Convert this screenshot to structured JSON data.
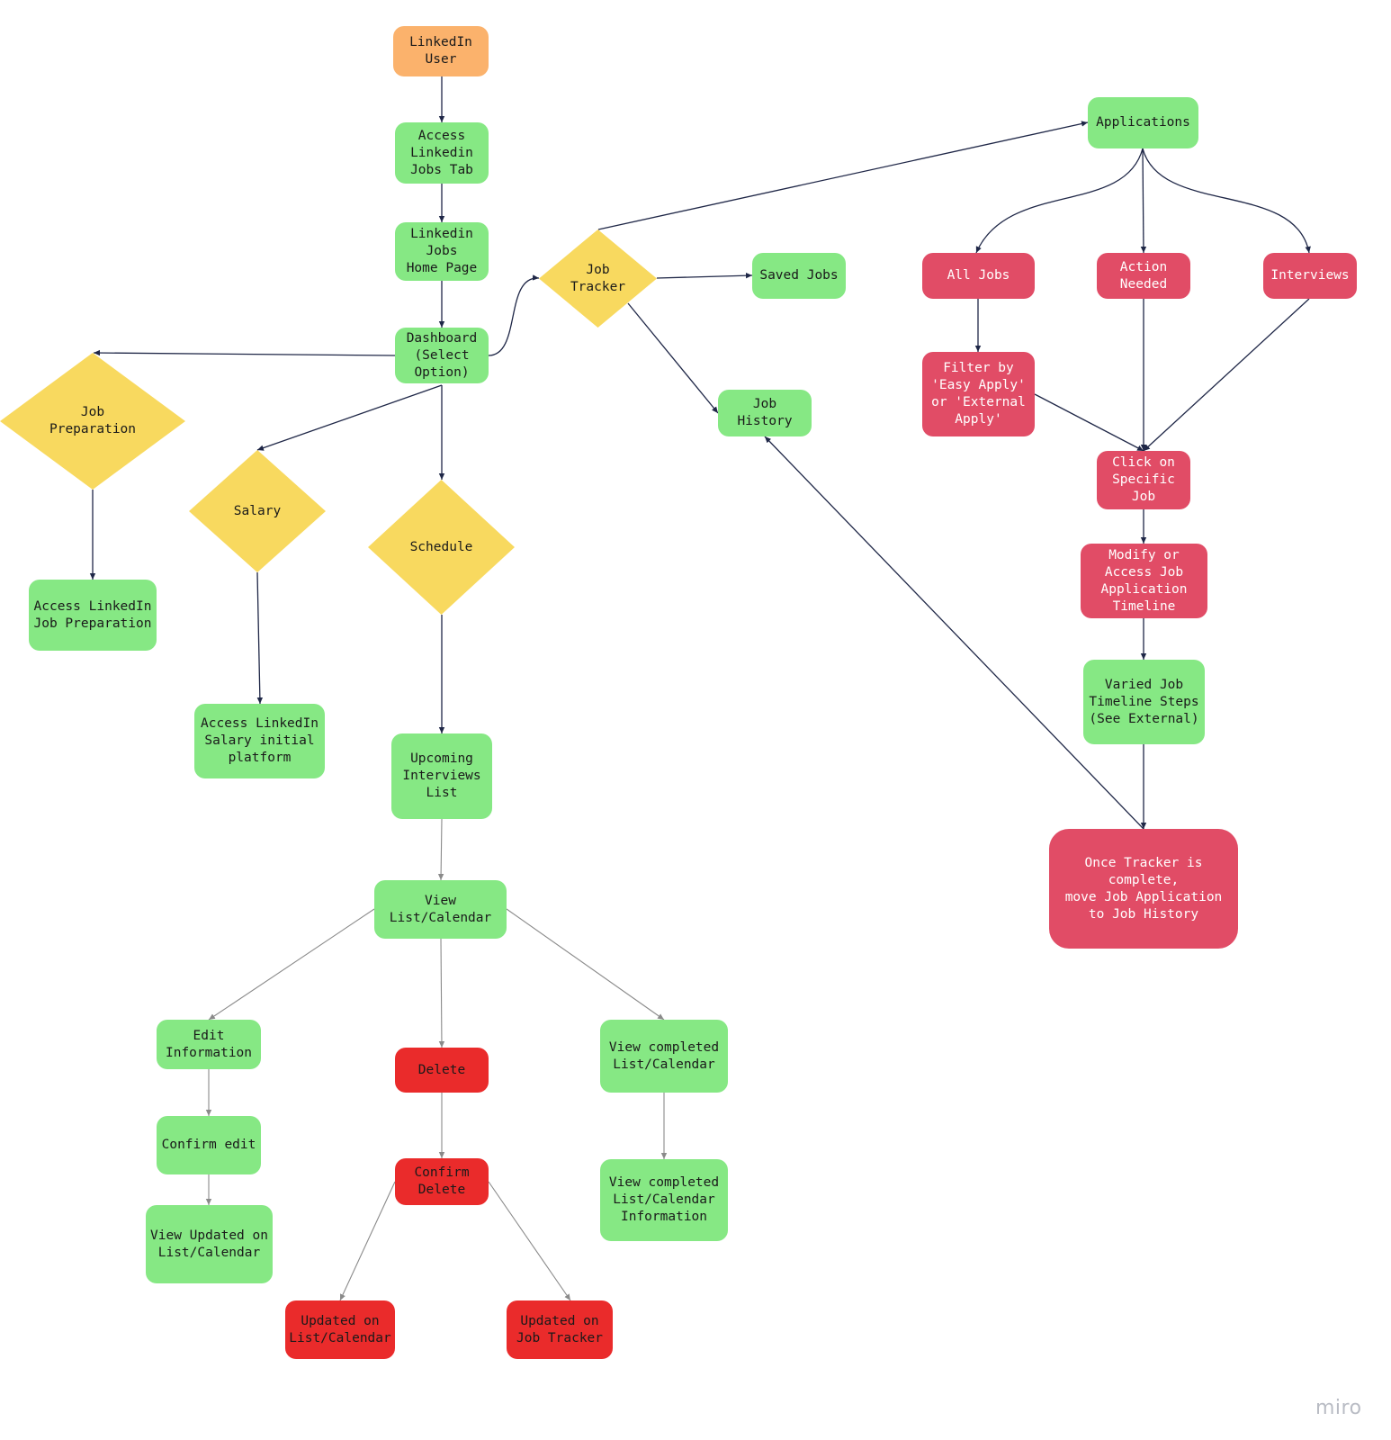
{
  "nodes": [
    {
      "id": "linkedin_user",
      "label": "LinkedIn\nUser",
      "color": "orange"
    },
    {
      "id": "access_jobs_tab",
      "label": "Access\nLinkedin\nJobs Tab",
      "color": "green"
    },
    {
      "id": "jobs_home",
      "label": "Linkedin\nJobs\nHome Page",
      "color": "green"
    },
    {
      "id": "dashboard",
      "label": "Dashboard\n(Select\nOption)",
      "color": "green"
    },
    {
      "id": "job_preparation",
      "label": "Job\nPreparation",
      "color": "decision"
    },
    {
      "id": "salary",
      "label": "Salary",
      "color": "decision"
    },
    {
      "id": "schedule",
      "label": "Schedule",
      "color": "decision"
    },
    {
      "id": "job_tracker",
      "label": "Job\nTracker",
      "color": "decision"
    },
    {
      "id": "access_job_prep",
      "label": "Access LinkedIn\nJob Preparation",
      "color": "green"
    },
    {
      "id": "access_salary",
      "label": "Access LinkedIn\nSalary initial\nplatform",
      "color": "green"
    },
    {
      "id": "upcoming_interviews",
      "label": "Upcoming\nInterviews\nList",
      "color": "green"
    },
    {
      "id": "view_list_calendar",
      "label": "View\nList/Calendar",
      "color": "green"
    },
    {
      "id": "edit_information",
      "label": "Edit\nInformation",
      "color": "green"
    },
    {
      "id": "confirm_edit",
      "label": "Confirm edit",
      "color": "green"
    },
    {
      "id": "view_updated",
      "label": "View Updated on\nList/Calendar",
      "color": "green"
    },
    {
      "id": "delete",
      "label": "Delete",
      "color": "red"
    },
    {
      "id": "confirm_delete",
      "label": "Confirm\nDelete",
      "color": "red"
    },
    {
      "id": "updated_list",
      "label": "Updated on\nList/Calendar",
      "color": "red"
    },
    {
      "id": "updated_tracker",
      "label": "Updated on\nJob Tracker",
      "color": "red"
    },
    {
      "id": "view_completed",
      "label": "View completed\nList/Calendar",
      "color": "green"
    },
    {
      "id": "view_completed_info",
      "label": "View completed\nList/Calendar\nInformation",
      "color": "green"
    },
    {
      "id": "saved_jobs",
      "label": "Saved Jobs",
      "color": "green"
    },
    {
      "id": "job_history",
      "label": "Job History",
      "color": "green"
    },
    {
      "id": "applications",
      "label": "Applications",
      "color": "green"
    },
    {
      "id": "all_jobs",
      "label": "All Jobs",
      "color": "pink"
    },
    {
      "id": "action_needed",
      "label": "Action\nNeeded",
      "color": "pink"
    },
    {
      "id": "interviews",
      "label": "Interviews",
      "color": "pink"
    },
    {
      "id": "filter_apply",
      "label": "Filter by\n'Easy Apply'\nor 'External\nApply'",
      "color": "pink"
    },
    {
      "id": "click_specific_job",
      "label": "Click on\nSpecific\nJob",
      "color": "pink"
    },
    {
      "id": "modify_timeline",
      "label": "Modify or\nAccess Job\nApplication\nTimeline",
      "color": "pink"
    },
    {
      "id": "varied_steps",
      "label": "Varied Job\nTimeline Steps\n(See External)",
      "color": "green"
    },
    {
      "id": "tracker_complete",
      "label": "Once Tracker is\ncomplete,\nmove Job Application\nto Job History",
      "color": "pink"
    }
  ],
  "edges": [
    {
      "from": "linkedin_user",
      "to": "access_jobs_tab"
    },
    {
      "from": "access_jobs_tab",
      "to": "jobs_home"
    },
    {
      "from": "jobs_home",
      "to": "dashboard"
    },
    {
      "from": "dashboard",
      "to": "job_preparation"
    },
    {
      "from": "dashboard",
      "to": "salary"
    },
    {
      "from": "dashboard",
      "to": "schedule"
    },
    {
      "from": "dashboard",
      "to": "job_tracker"
    },
    {
      "from": "job_preparation",
      "to": "access_job_prep"
    },
    {
      "from": "salary",
      "to": "access_salary"
    },
    {
      "from": "schedule",
      "to": "upcoming_interviews"
    },
    {
      "from": "upcoming_interviews",
      "to": "view_list_calendar"
    },
    {
      "from": "view_list_calendar",
      "to": "edit_information"
    },
    {
      "from": "view_list_calendar",
      "to": "delete"
    },
    {
      "from": "view_list_calendar",
      "to": "view_completed"
    },
    {
      "from": "edit_information",
      "to": "confirm_edit"
    },
    {
      "from": "confirm_edit",
      "to": "view_updated"
    },
    {
      "from": "delete",
      "to": "confirm_delete"
    },
    {
      "from": "confirm_delete",
      "to": "updated_list"
    },
    {
      "from": "confirm_delete",
      "to": "updated_tracker"
    },
    {
      "from": "view_completed",
      "to": "view_completed_info"
    },
    {
      "from": "job_tracker",
      "to": "saved_jobs"
    },
    {
      "from": "job_tracker",
      "to": "job_history"
    },
    {
      "from": "job_tracker",
      "to": "applications"
    },
    {
      "from": "applications",
      "to": "all_jobs"
    },
    {
      "from": "applications",
      "to": "action_needed"
    },
    {
      "from": "applications",
      "to": "interviews"
    },
    {
      "from": "all_jobs",
      "to": "filter_apply"
    },
    {
      "from": "filter_apply",
      "to": "click_specific_job"
    },
    {
      "from": "action_needed",
      "to": "click_specific_job"
    },
    {
      "from": "interviews",
      "to": "click_specific_job"
    },
    {
      "from": "click_specific_job",
      "to": "modify_timeline"
    },
    {
      "from": "modify_timeline",
      "to": "varied_steps"
    },
    {
      "from": "varied_steps",
      "to": "tracker_complete"
    },
    {
      "from": "tracker_complete",
      "to": "job_history"
    }
  ],
  "colors": {
    "green": "#86e884",
    "orange": "#fbb26c",
    "pink": "#e14c66",
    "red": "#ea2b2b",
    "decision": "#f8d95f",
    "edge_dark": "#1f2747",
    "edge_light": "#8a8a8a"
  },
  "brand": "miro"
}
